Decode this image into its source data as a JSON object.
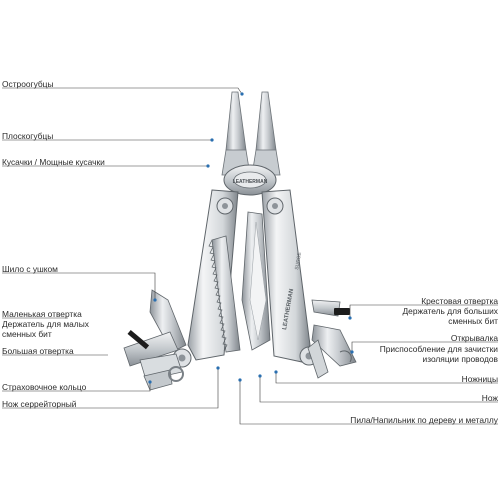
{
  "diagram": {
    "labels": {
      "needlenose_pliers": "Остроогубцы",
      "regular_pliers": "Плоскогубцы",
      "wire_cutters": "Кусачки / Мощные кусачки",
      "awl": "Шило с ушком",
      "small_screwdriver": "Маленькая отвертка",
      "small_bit_holder_1": "Держатель для малых",
      "small_bit_holder_2": "сменных бит",
      "large_screwdriver": "Большая отвертка",
      "lanyard_ring": "Страховочное кольцо",
      "serrated_knife": "Нож серрейторный",
      "phillips_screwdriver": "Крестовая отвертка",
      "large_bit_holder_1": "Держатель для больших",
      "large_bit_holder_2": "сменных бит",
      "bottle_opener": "Открывалка",
      "wire_stripper_1": "Приспособление для зачистки",
      "wire_stripper_2": "изоляции проводов",
      "scissors": "Ножницы",
      "knife": "Нож",
      "saw_file": "Пила/Напильник по дереву и металлу"
    },
    "brand_engraving": "LEATHERMAN",
    "model_engraving": "SURGE",
    "colors": {
      "leader_line": "#3a3a3a",
      "marker": "#2a6fb0",
      "steel_light": "#e8eaec",
      "steel_mid": "#b9bec3",
      "steel_dark": "#7d8389",
      "bit_black": "#1c1c1c"
    }
  }
}
